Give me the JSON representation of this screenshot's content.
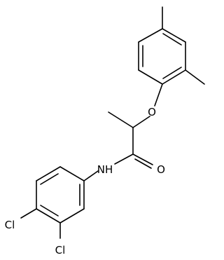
{
  "molecule": {
    "atoms": {
      "oxygen_ether": "O",
      "oxygen_carbonyl": "O",
      "amide_nitrogen": "NH",
      "chlorine_3": "Cl",
      "chlorine_4": "Cl"
    }
  }
}
